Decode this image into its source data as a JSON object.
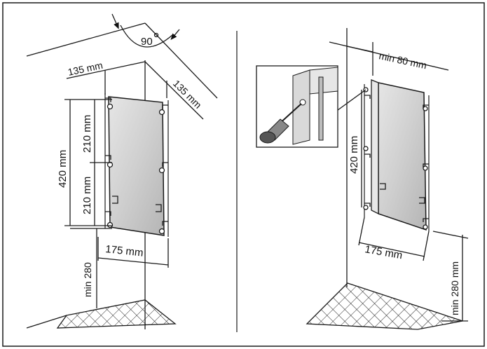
{
  "left_diagram": {
    "angle_label": "90",
    "width_left_label": "135 mm",
    "width_right_label": "135 mm",
    "total_height_label": "420 mm",
    "upper_spacing_label": "210 mm",
    "lower_spacing_label": "210 mm",
    "bracket_width_label": "175 mm",
    "floor_clearance_label": "min 280"
  },
  "right_diagram": {
    "side_clearance_label": "min 80 mm",
    "height_label": "420 mm",
    "bracket_width_label": "175 mm",
    "floor_clearance_label": "min 280 mm"
  },
  "colors": {
    "line": "#1a1a1a",
    "panel_fill": "#cfcfcf",
    "background": "#ffffff"
  }
}
